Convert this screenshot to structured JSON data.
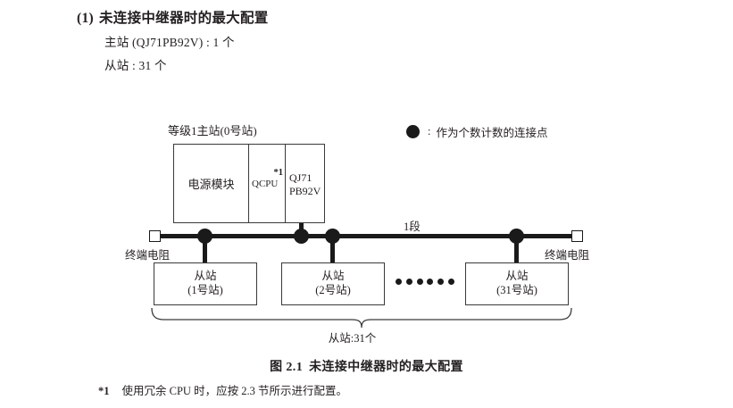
{
  "heading": {
    "number": "(1)",
    "title": "未连接中继器时的最大配置",
    "lines": [
      "主站 (QJ71PB92V) : 1 个",
      "从站 : 31 个"
    ]
  },
  "diagram": {
    "master_caption": "等级1主站(0号站)",
    "rack": {
      "power_module": "电源模块",
      "cpu": "QCPU",
      "cpu_note": "*1",
      "network_line1": "QJ71",
      "network_line2": "PB92V"
    },
    "segment_label": "1段",
    "terminator_left": "终端电阻",
    "terminator_right": "终端电阻",
    "slaves": [
      {
        "title": "从站",
        "station": "(1号站)"
      },
      {
        "title": "从站",
        "station": "(2号站)"
      },
      {
        "title": "从站",
        "station": "(31号站)"
      }
    ],
    "ellipsis_dot_count": 6,
    "brace_label": "从站:31个",
    "legend": {
      "symbol": "filled-circle",
      "colon": ":",
      "text": "作为个数计数的连接点"
    }
  },
  "figure": {
    "number": "图 2.1",
    "caption": "未连接中继器时的最大配置"
  },
  "footnote": {
    "mark": "*1",
    "text": "使用冗余 CPU 时，应按 2.3 节所示进行配置。"
  }
}
